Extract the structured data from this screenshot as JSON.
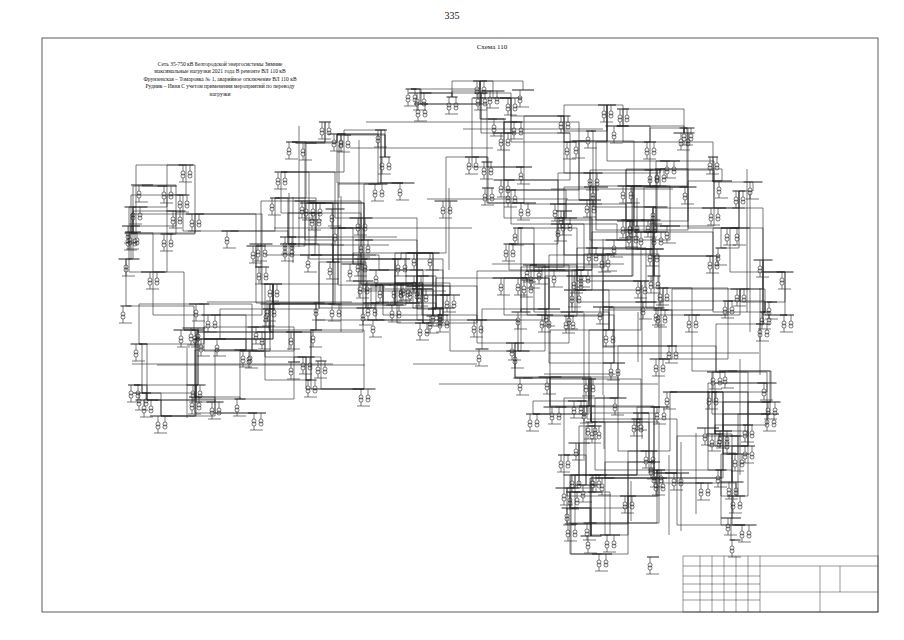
{
  "diagram": {
    "title": "Сеть 35-750 кВ Белгородской энергосистемы Зимние максимальные нагрузки 2021 года В ремонте ВЛ 110 кВ Фрунзенская – Томаровка № 1, аварийное отключение ВЛ 110 кВ Рудник – Ивня С учетом применения мероприятий по переводу нагрузки",
    "labels": [
      "335",
      "Схема 110"
    ]
  }
}
